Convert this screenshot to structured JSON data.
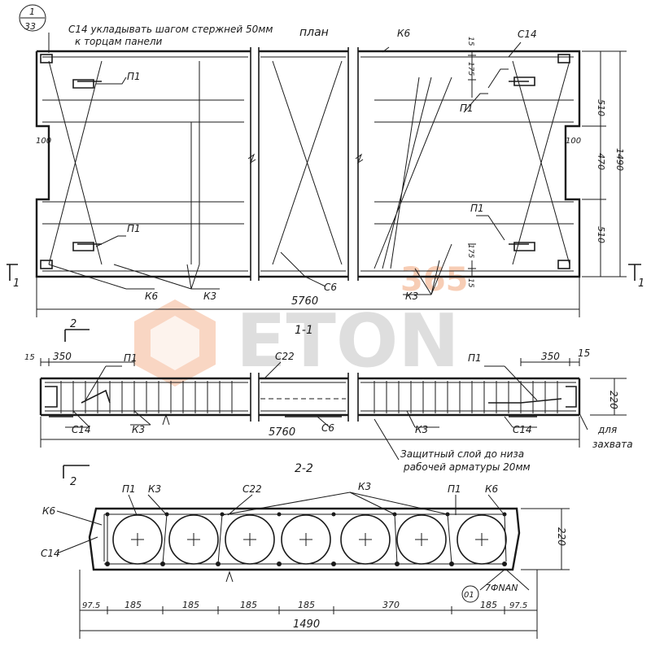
{
  "sheet_ref": {
    "num": "1",
    "den": "33"
  },
  "notes": {
    "top_note_line1": "С14 укладывать шагом стержней 50мм",
    "top_note_line2": "к торцам панели"
  },
  "plan": {
    "title": "план",
    "labels": {
      "k6_top": "К6",
      "c14_top": "С14",
      "p1_tl": "П1",
      "p1_tr": "П1",
      "p1_bl": "П1",
      "p1_br": "П1",
      "k6_bottom": "К6",
      "k3_left": "К3",
      "c6": "С6",
      "k3_right": "К3",
      "section_mark_left": "1",
      "section_mark_right": "1"
    },
    "dims": {
      "d100_left": "100",
      "d100_right": "100",
      "d15_top": "15",
      "d175_top": "175",
      "d175_bottom": "175",
      "d15_bottom": "15",
      "d510_top": "510",
      "d470": "470",
      "d510_bottom": "510",
      "d1490": "1490",
      "d5760": "5760"
    }
  },
  "section_1_1": {
    "title": "1-1",
    "labels": {
      "p1_left": "П1",
      "c22": "С22",
      "p1_right": "П1",
      "c14_left": "С14",
      "k3_left": "К3",
      "c6": "С6",
      "k3_right": "К3",
      "c14_right": "С14",
      "grip_line1": "для",
      "grip_line2": "захвата",
      "cover_line1": "Защитный слой до низа",
      "cover_line2": "рабочей арматуры 20мм",
      "section_mark_top": "2",
      "section_mark_bottom": "2"
    },
    "dims": {
      "d15_left": "15",
      "d350_left": "350",
      "d350_right": "350",
      "d15_right": "15",
      "d220": "220",
      "d5760": "5760"
    }
  },
  "section_2_2": {
    "title": "2-2",
    "labels": {
      "k6_left": "К6",
      "p1_left": "П1",
      "k3_left": "К3",
      "c22": "С22",
      "k3_right": "К3",
      "p1_right": "П1",
      "k6_right": "К6",
      "c14": "С14",
      "callout": "01",
      "callout_text": "7ФNAN"
    },
    "dims": {
      "d97_5_left": "97.5",
      "d185_1": "185",
      "d185_2": "185",
      "d185_3": "185",
      "d185_4": "185",
      "d370": "370",
      "d185_5": "185",
      "d97_5_right": "97.5",
      "d220": "220",
      "d1490": "1490"
    }
  },
  "watermark": {
    "top": "365",
    "brand": "ETON"
  }
}
